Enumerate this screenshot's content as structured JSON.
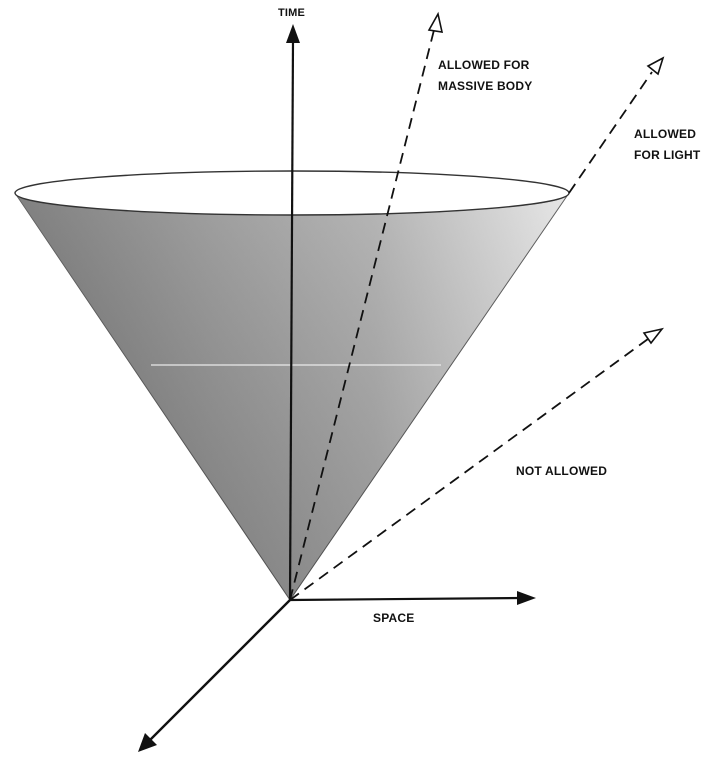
{
  "labels": {
    "time": "TIME",
    "space": "SPACE",
    "massive_line1": "ALLOWED FOR",
    "massive_line2": "MASSIVE BODY",
    "light_line1": "ALLOWED",
    "light_line2": "FOR LIGHT",
    "not_allowed": "NOT ALLOWED"
  },
  "colors": {
    "ink": "#111111",
    "cone_dark": "#6e6e6e",
    "cone_light": "#dcdcdc",
    "background": "#ffffff"
  }
}
